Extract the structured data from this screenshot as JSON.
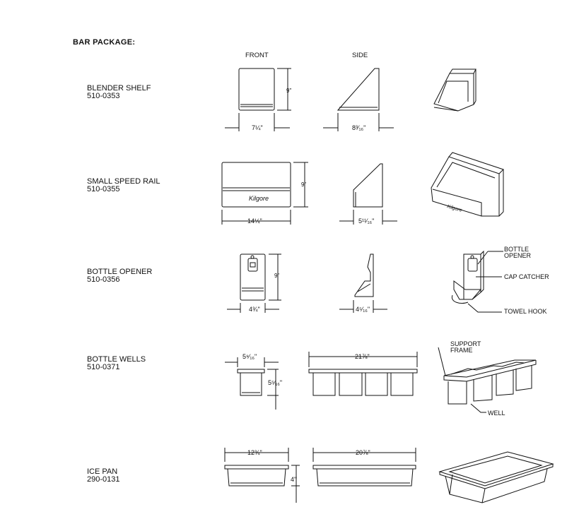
{
  "title": "BAR PACKAGE:",
  "columns": {
    "front": "FRONT",
    "side": "SIDE"
  },
  "items": [
    {
      "name": "BLENDER SHELF",
      "code": "510-0353",
      "dims": {
        "front_width": "7¼\"",
        "front_height": "9\"",
        "side_depth": "8³⁄₁₆\""
      }
    },
    {
      "name": "SMALL SPEED RAIL",
      "code": "510-0355",
      "dims": {
        "front_width": "14¼\"",
        "front_height": "9\"",
        "side_depth": "5¹¹⁄₁₆\""
      },
      "logo": "Kilgore"
    },
    {
      "name": "BOTTLE OPENER",
      "code": "510-0356",
      "dims": {
        "front_width": "4¾\"",
        "front_height": "9\"",
        "side_depth": "4⁵⁄₁₆\""
      },
      "callouts": [
        "BOTTLE",
        "OPENER",
        "CAP CATCHER",
        "TOWEL HOOK"
      ]
    },
    {
      "name": "BOTTLE WELLS",
      "code": "510-0371",
      "dims": {
        "front_width": "5⁹⁄₁₆\"",
        "front_height": "5⁵⁄₁₆\"",
        "side_width": "21⅞\""
      },
      "callouts": [
        "SUPPORT",
        "FRAME",
        "WELL"
      ]
    },
    {
      "name": "ICE PAN",
      "code": "290-0131",
      "dims": {
        "front_width": "12¾\"",
        "front_height": "4\"",
        "side_width": "20⅞\""
      }
    }
  ]
}
